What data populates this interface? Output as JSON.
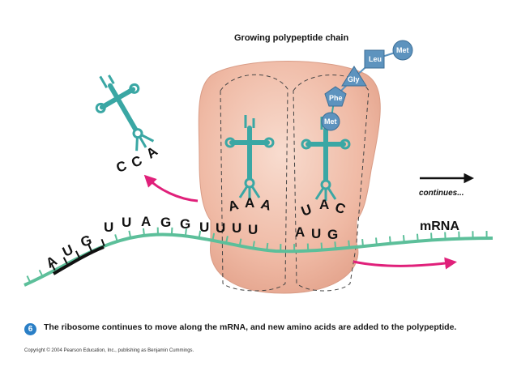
{
  "labels": {
    "growing_chain": "Growing polypeptide chain",
    "continues": "continues...",
    "mrna": "mRNA"
  },
  "amino_acids": [
    "Met",
    "Leu",
    "Gly",
    "Phe",
    "Met"
  ],
  "exiting_trna_anticodon": [
    "C",
    "C",
    "A"
  ],
  "trna_e_anticodon": [
    "A",
    "A",
    "A"
  ],
  "trna_p_anticodon": [
    "U",
    "A",
    "C"
  ],
  "p_site_codon": [
    "A",
    "U",
    "G"
  ],
  "mrna_sequence": [
    "A",
    "U",
    "G",
    "U",
    "U",
    "A",
    "G",
    "G",
    "U",
    "U",
    "U",
    "U"
  ],
  "caption": {
    "step": "6",
    "text": "The ribosome continues to move along the mRNA, and new amino acids are added to the polypeptide."
  },
  "copyright": "Copyright © 2004 Pearson Education, Inc., publishing as Benjamin Cummings.",
  "colors": {
    "trna": "#3aa7a4",
    "mrna": "#5cbf9a",
    "ribosome": "#f1c0ae",
    "amino_acid": "#5d93be",
    "arrow_pink": "#e0207a"
  }
}
